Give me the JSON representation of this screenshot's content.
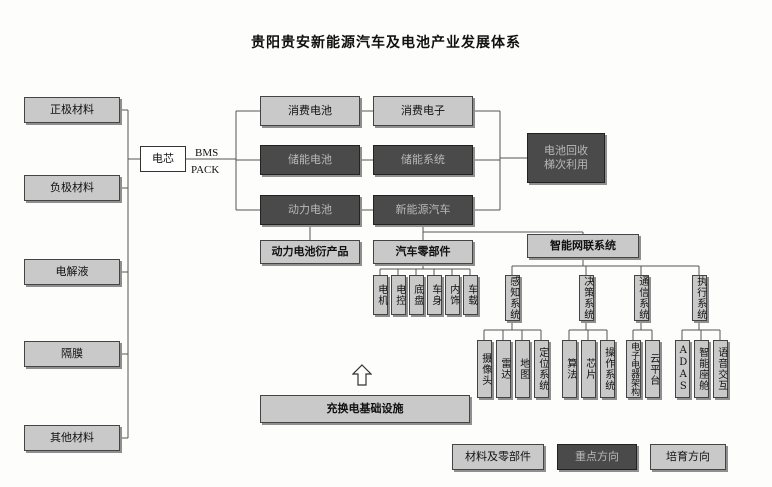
{
  "title": "贵阳贵安新能源汽车及电池产业发展体系",
  "materials": [
    "正极材料",
    "负极材料",
    "电解液",
    "隔膜",
    "其他材料"
  ],
  "cell": "电芯",
  "connector_labels": [
    "BMS",
    "PACK"
  ],
  "battery_types": [
    "消费电池",
    "储能电池",
    "动力电池"
  ],
  "applications": [
    "消费电子",
    "储能系统",
    "新能源汽车"
  ],
  "recycling": [
    "电池回收",
    "梯次利用"
  ],
  "derived_product": "动力电池衍产品",
  "auto_parts": {
    "title": "汽车零部件",
    "items": [
      "电机",
      "电控",
      "底盘",
      "车身",
      "内饰",
      "车载"
    ]
  },
  "smart_network": {
    "title": "智能网联系统",
    "groups": [
      {
        "name": "感知系统",
        "items": [
          "摄像头",
          "雷达",
          "地图",
          "定位系统"
        ]
      },
      {
        "name": "决策系统",
        "items": [
          "算法",
          "芯片",
          "操作系统"
        ]
      },
      {
        "name": "通信系统",
        "items": [
          "电子电器架构",
          "云平台"
        ]
      },
      {
        "name": "执行系统",
        "items": [
          "ADAS",
          "智能座舱",
          "语音交互"
        ]
      }
    ]
  },
  "infrastructure": "充换电基础设施",
  "legend": [
    "材料及零部件",
    "重点方向",
    "培育方向"
  ],
  "colors": {
    "light": "#c9c9c9",
    "dark": "#4a4a4a",
    "line": "#555555"
  }
}
